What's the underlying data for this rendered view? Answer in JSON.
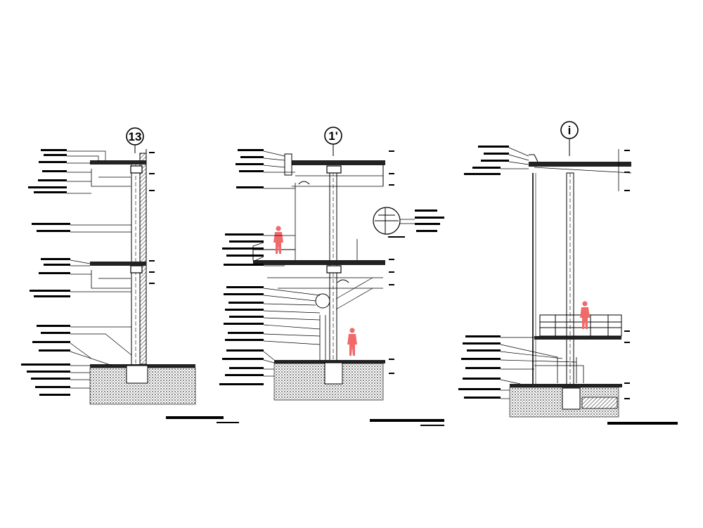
{
  "drawing": {
    "sections": [
      {
        "grid_label": "13"
      },
      {
        "grid_label": "1'"
      },
      {
        "grid_label": "i"
      }
    ]
  }
}
